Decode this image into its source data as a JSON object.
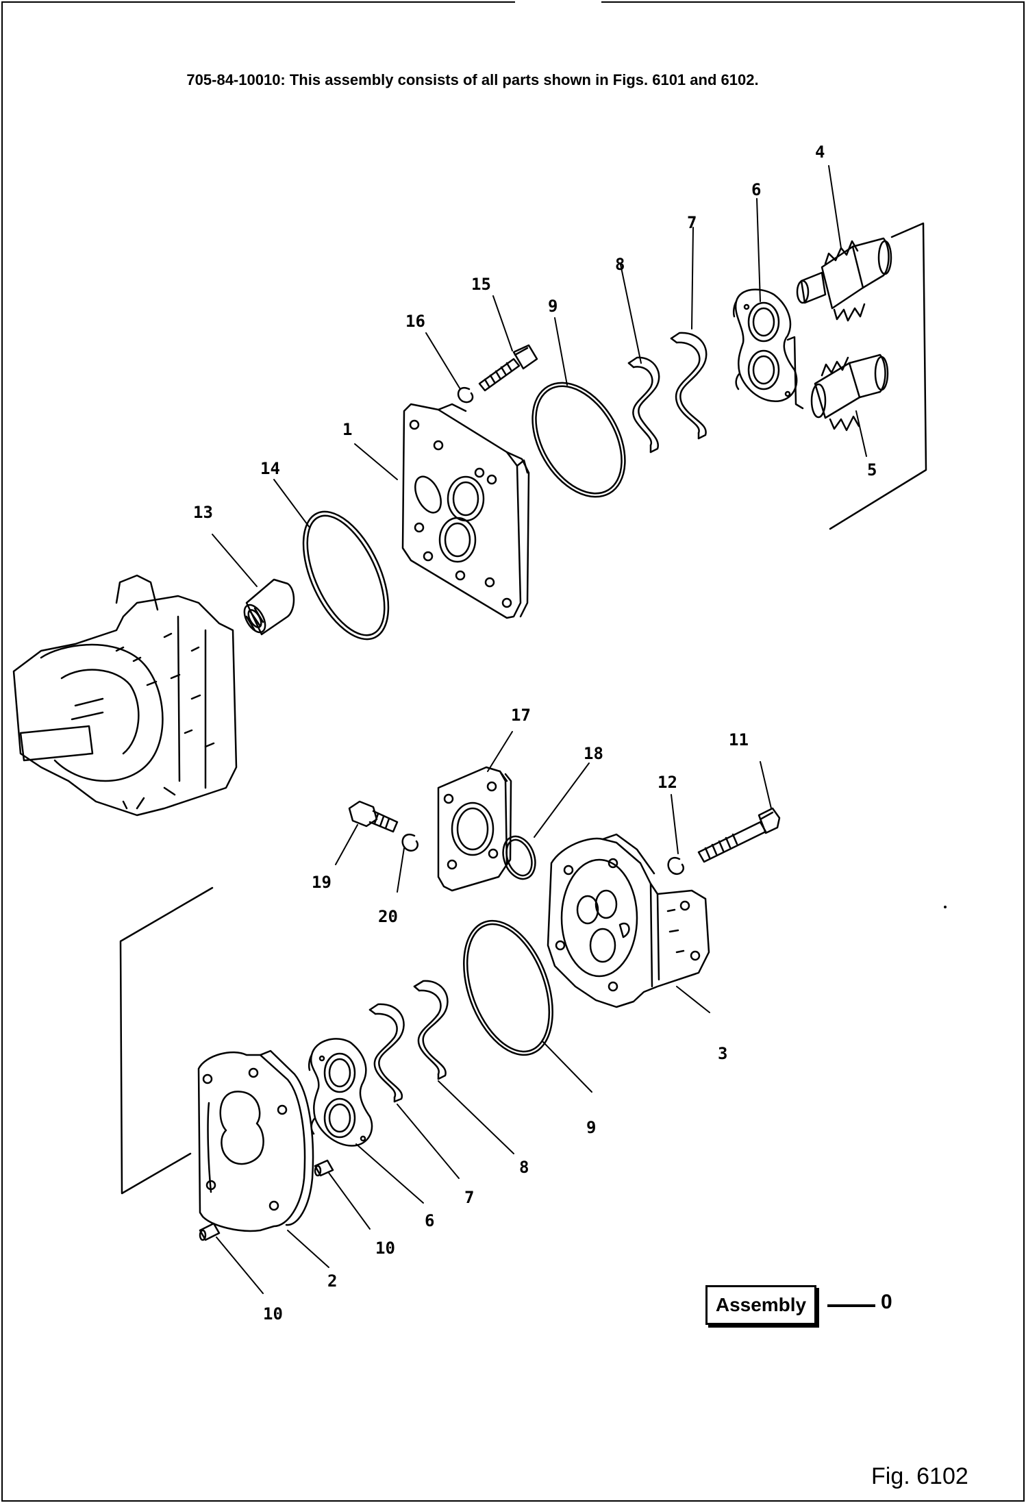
{
  "header_note": "705-84-10010: This assembly consists of all parts shown in Figs. 6101 and 6102.",
  "assembly": {
    "label": "Assembly",
    "level": "0"
  },
  "figure": {
    "label": "Fig. 6102"
  },
  "callouts": {
    "c1": "1",
    "c2": "2",
    "c3": "3",
    "c4": "4",
    "c5": "5",
    "c6a": "6",
    "c6b": "6",
    "c7a": "7",
    "c7b": "7",
    "c8a": "8",
    "c8b": "8",
    "c9a": "9",
    "c9b": "9",
    "c10a": "10",
    "c10b": "10",
    "c11": "11",
    "c12": "12",
    "c13": "13",
    "c14": "14",
    "c15": "15",
    "c16": "16",
    "c17": "17",
    "c18": "18",
    "c19": "19",
    "c20": "20"
  }
}
